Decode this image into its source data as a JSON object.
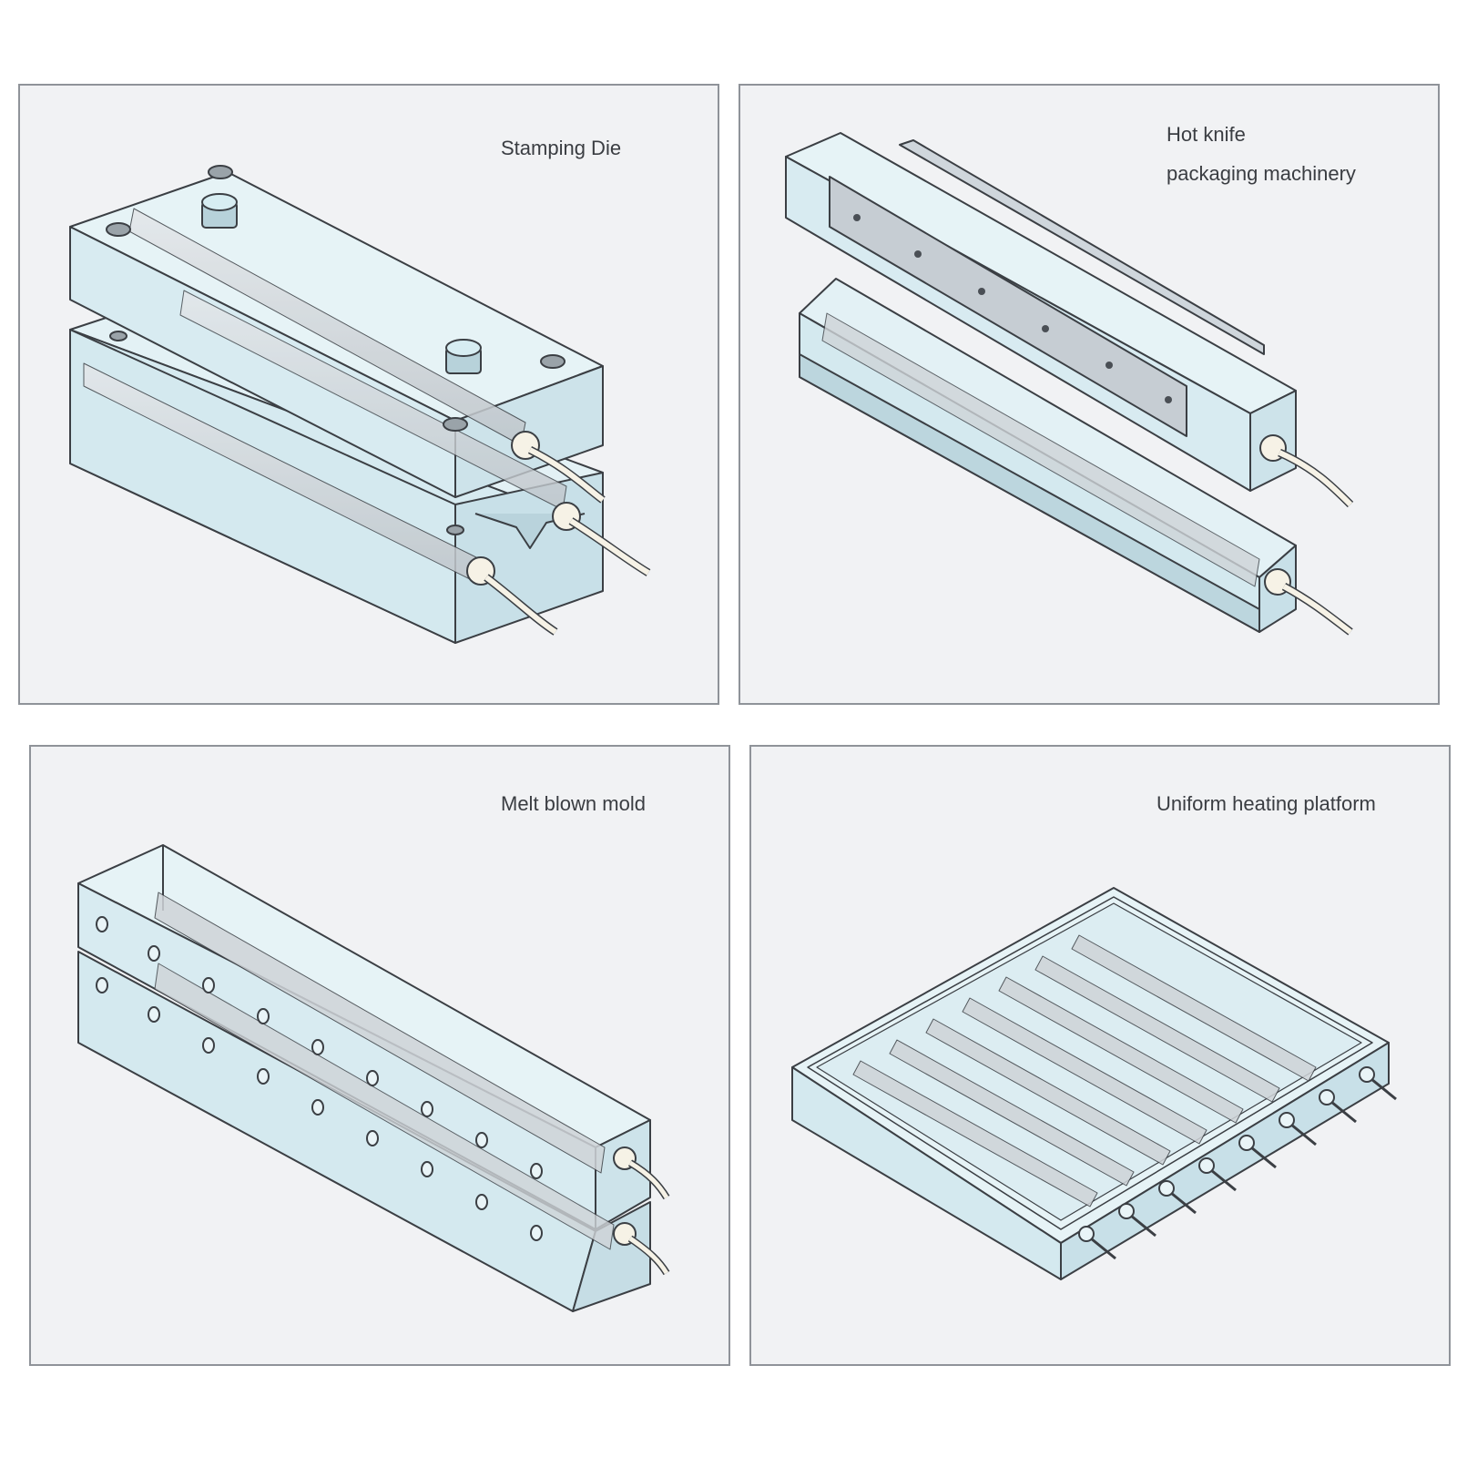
{
  "colors": {
    "block_fill": "#dbeef3",
    "block_stroke": "#3b3f44",
    "rod_fill": "#cfd4d8",
    "cable_fill": "#f6f2e6",
    "panel_bg": "#f1f2f4",
    "panel_border": "#8f9399"
  },
  "panels": [
    {
      "id": "stamping-die",
      "label": "Stamping Die"
    },
    {
      "id": "hot-knife",
      "label_line1": "Hot knife",
      "label_line2": "packaging machinery"
    },
    {
      "id": "melt-blown-mold",
      "label": "Melt blown mold"
    },
    {
      "id": "uniform-heating-platform",
      "label": "Uniform heating platform"
    }
  ]
}
